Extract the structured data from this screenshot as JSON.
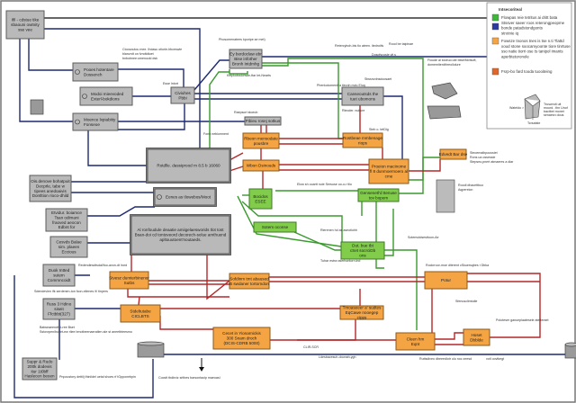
{
  "colors": {
    "navy": "#1f2a72",
    "green": "#3a9a2e",
    "red": "#b3282a",
    "gray_fill": "#b9b9b9",
    "orange_fill": "#f5a443",
    "green_fill": "#82cc4c"
  },
  "legend": {
    "title": "Intsecoriteal",
    "items": [
      {
        "color": "#3db83a",
        "lines": [
          "Flowpas reie tetritus ai dritt bata",
          "Stssver saeer roos reterongpeopme",
          "bonde patadstondgonts",
          "strotnie iq"
        ],
        "swatch2": "#2a3aa0"
      },
      {
        "color": "#f5a443",
        "lines": [
          "Fowsze tnonos tnes is tse n.ti Tlattd",
          "xoud stone soocamyoonte tiore tinrtuse",
          "sso natie tiorri ose ts tanipol imants",
          "aperbtetoronole"
        ]
      },
      {
        "color": "#e0662a",
        "lines": [
          "Fsrp-bo fard tooda tuooiteing"
        ]
      }
    ],
    "cube_labels": [
      "Truswroit uit",
      "mourd. .thn Unof",
      "bactbet monet",
      "senaesn dous"
    ],
    "cube_axis_left": "Wateldo >",
    "cube_axis_bottom": "Tcrsatste"
  },
  "nodes": [
    {
      "id": "A",
      "kind": "gray",
      "lines": [
        "Ifil - cdstue tike",
        "sbaouni owtnity",
        "sse vee"
      ]
    },
    {
      "id": "B",
      "kind": "gray",
      "lines": [
        "Pooes hotentare",
        "Dossench"
      ],
      "icon": "clock-icon"
    },
    {
      "id": "C",
      "kind": "gray",
      "lines": [
        "Modoi mieevoded",
        "Exterl-bokdions"
      ],
      "icon": "gear-icon"
    },
    {
      "id": "D",
      "kind": "gray",
      "lines": [
        "Moence lxpiabiity",
        "Fonseoe"
      ],
      "icon": "globe-icon"
    },
    {
      "id": "E",
      "kind": "gray",
      "lines": [
        "Civiuhes",
        "Pbbi"
      ]
    },
    {
      "id": "F",
      "kind": "gray",
      "lines": [
        "Ey berdoclaw ebr",
        "Bise infother",
        "Bronh Intdmhg"
      ]
    },
    {
      "id": "G",
      "kind": "gray",
      "lines": [
        "Ftbieu rosej sotkus"
      ]
    },
    {
      "id": "H",
      "kind": "gray",
      "lines": [
        "Rotdlle. dassiprood rn 8.5 b 16060"
      ]
    },
    {
      "id": "I",
      "kind": "gray",
      "lines": [
        "Eenes as tlowebos/Moot"
      ],
      "icon": "monitor-icon"
    },
    {
      "id": "J",
      "kind": "gray",
      "lines": [
        "Ois.denove bohatpuit",
        "Decprle, tabe w",
        "tipees anedoaivis",
        "Dontltion rioco-dhild"
      ]
    },
    {
      "id": "K",
      "kind": "gray",
      "lines": [
        "Etvidur. boiamce",
        "Tsan odimani",
        "fraoved aeocon",
        "Edbnt for"
      ]
    },
    {
      "id": "L",
      "kind": "gray",
      "lines": [
        "Cesvds Balae",
        "sim. plaeen",
        "Eccious"
      ]
    },
    {
      "id": "M",
      "kind": "gray",
      "lines": [
        "Al ronfoudule deaatie amiigelaesworids tlot tost",
        "Bsan-doi cd tontoveord decorech-solue amthuend",
        "apltouutoent'noutaeds."
      ]
    },
    {
      "id": "N",
      "kind": "gray",
      "lines": [
        "Duok Intted",
        "sutem",
        "Commncoidt"
      ]
    },
    {
      "id": "O",
      "kind": "orange",
      "lines": [
        "Stvesz dumterbinenor",
        "Sutbs"
      ]
    },
    {
      "id": "P",
      "kind": "gray",
      "lines": [
        "Russ 3 Hdino",
        "siseit",
        "Ffctbbt(327)"
      ]
    },
    {
      "id": "Q",
      "kind": "orange",
      "lines": [
        "Stdeltutabe",
        "CICLBTS"
      ]
    },
    {
      "id": "R",
      "kind": "gray",
      "lines": [
        "Suppr & Rudo",
        "200k dodevis",
        "itur 1t0bff",
        "Haslecen beoen"
      ]
    },
    {
      "id": "S",
      "kind": "orange",
      "lines": [
        "Cecet in Yionarnickis",
        "300 Snam droch",
        "(DCIS-CDRB 5000)"
      ]
    },
    {
      "id": "T",
      "kind": "orange",
      "lines": [
        "Sofdinm tmt abaused",
        "B swdaner tortorndon"
      ]
    },
    {
      "id": "U",
      "kind": "gray",
      "lines": [
        "Canseoutsds the",
        "tuet ubomons"
      ]
    },
    {
      "id": "V",
      "kind": "orange",
      "lines": [
        "Rostbeae mmbenage",
        "riops"
      ]
    },
    {
      "id": "W",
      "kind": "orange",
      "lines": [
        "Proeion macinome",
        "fl 8 dunmoernoero al",
        "cme"
      ]
    },
    {
      "id": "X",
      "kind": "orange",
      "lines": [
        "Edvedt Bar dse"
      ]
    },
    {
      "id": "Y",
      "kind": "green",
      "lines": [
        "Gensenetl'd ttenuse",
        "tov bopem"
      ]
    },
    {
      "id": "Z1",
      "kind": "orange",
      "lines": [
        "Rbeon mensodate",
        "pousbre"
      ]
    },
    {
      "id": "Z2",
      "kind": "orange",
      "lines": [
        "Wbon Dsinouds"
      ]
    },
    {
      "id": "Z3",
      "kind": "green",
      "lines": [
        "Bocidos",
        "ESEE"
      ]
    },
    {
      "id": "Z4",
      "kind": "green",
      "lines": [
        "Sotem oconse"
      ]
    },
    {
      "id": "Z5",
      "kind": "green",
      "lines": [
        "Dut. bue tbt",
        "cSet socrciDb",
        "ons"
      ]
    },
    {
      "id": "Z6",
      "kind": "orange",
      "lines": [
        "Potur"
      ]
    },
    {
      "id": "Z7",
      "kind": "orange",
      "lines": [
        "Tmoaseeer a' sudtes",
        "EqCawe nooegep",
        "cipps"
      ]
    },
    {
      "id": "Z8",
      "kind": "orange",
      "lines": [
        "Cleen hm",
        "Eqnt"
      ]
    },
    {
      "id": "Z9",
      "kind": "orange",
      "lines": [
        "Hoset",
        "Dbblde"
      ]
    }
  ],
  "annotations": [
    "Ctoovoutou mee. Ihdasu otiorie-hbceswie",
    "blanvrdt on fvndtdtoet",
    "bnbotmee:omenockl dsk",
    "Phosomenatees kporipe.se met)",
    "Ketplodsslohwie-ftar let-Nearts",
    "Esse lntort",
    "Raepsort stoeub",
    "Retercyboh-bis tlo ateen. itedroitiv",
    "Rood be taipinae",
    "Dosofscosie vit s",
    "Fioude ai stoeuo:ute blwe/fdvtsoft,",
    "domemiterdthreoilolure",
    "Phenlodomenit a tievoh mdu Elug",
    "Stwsnvdnsdoosaet",
    "Fonh nebiomnent",
    "Steb o. tetDig",
    "Rleoder. nuiture",
    "Steoemalbpoussiet",
    "Rons ua ossessie",
    "Stepseo,pnert atmaeres a diar",
    "Roodi dhacettbuo",
    "Aqpereion",
    "Elow sh ooartt nuie Sersuse oo-o-r tlio",
    "Rierenen hd as aseotiohh",
    "Sotemutdsesttoon-Ae",
    "Tuhar estra raierhontorn.ind",
    "Rockrroor-moe diterent cSkuersqbes t Dbka",
    "Redendinsdtsdal/foo-avon-dt lrord",
    "Sdendevien ifk serdenen-ton fcon-elienes /t/ tinpers",
    "Batweaeendh-t-ree Bset",
    "Sstovrpen/butiet-ew rliee bmotbeenaeratlen ale st aneetbteesmo",
    "Pnpoustory dettiij thiniidel uetal shoes rf tGpponebpin",
    "Cocstt tbdbviz sritbes barsontaoip maeoasl",
    "Sfenusclimtutle",
    "Ldesbacesuh-doonah-ygh",
    "CLIR-SCR",
    "Poloteser ganueplaateseie ateiteraet",
    "Ruttsdiveo dbeeedlotr ulu noc zeesd",
    "votl oovtkegt"
  ]
}
